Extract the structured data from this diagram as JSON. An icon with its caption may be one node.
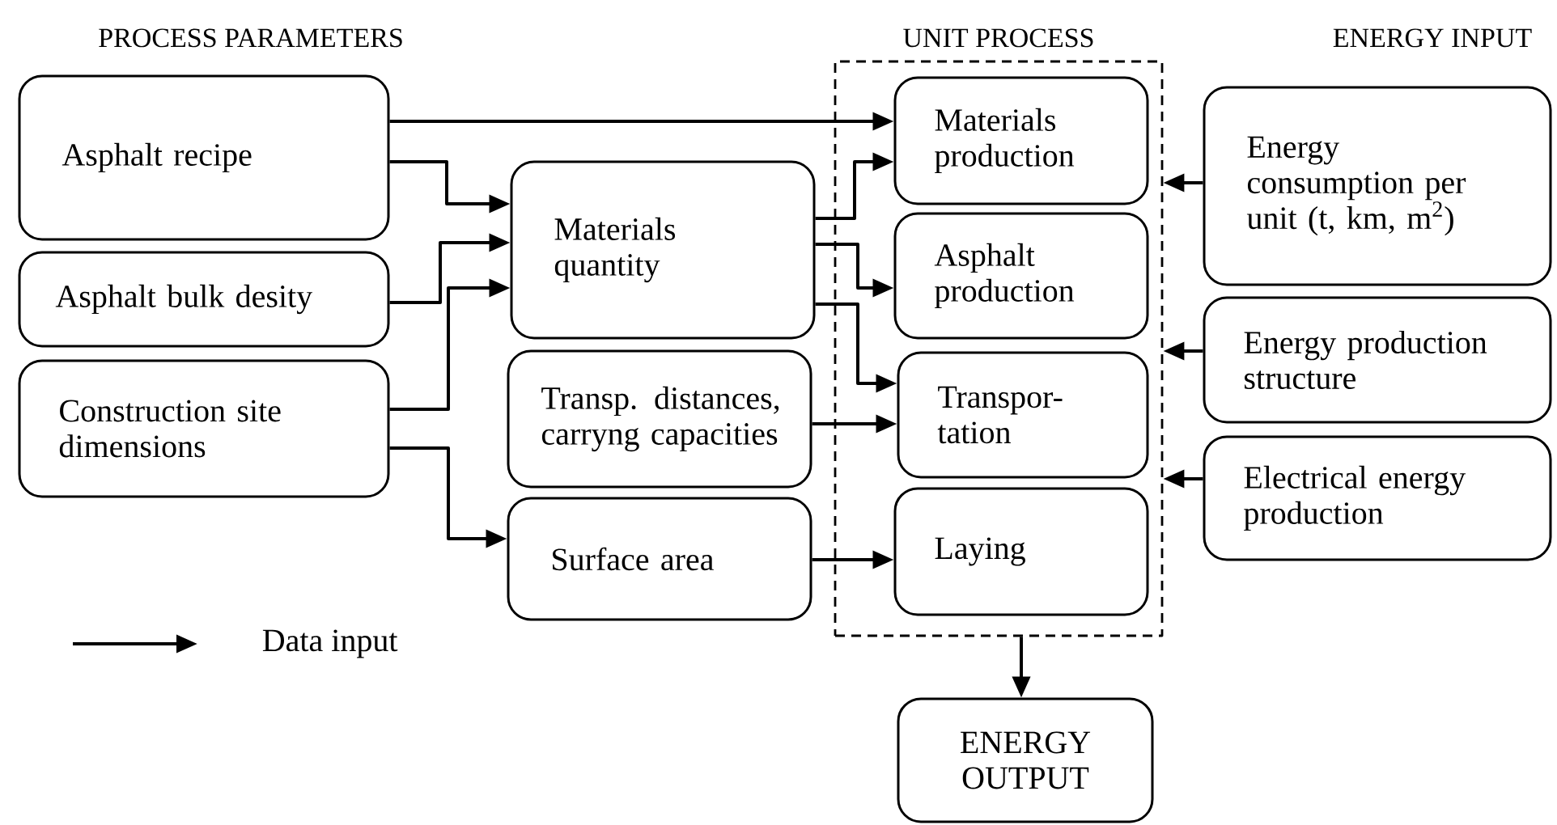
{
  "diagram": {
    "nodes": [
      {
        "text": [
          "Asphalt recipe"
        ]
      },
      {
        "text": [
          "Asphalt bulk desity"
        ]
      },
      {
        "text": [
          "Construction site dimensions"
        ]
      },
      {
        "text": [
          "Materials quantity"
        ]
      },
      {
        "text": [
          "Transp. distances, carryng capacities"
        ]
      },
      {
        "text": [
          "Surface area"
        ]
      },
      {
        "text": [
          "UNIT PROCESS"
        ]
      },
      {
        "text": [
          "Materials production"
        ],
        "in": 6
      },
      {
        "text": [
          "Asphalt production"
        ],
        "in": 6
      },
      {
        "text": [
          "Transpor- tation"
        ],
        "in": 6
      },
      {
        "text": [
          "Laying"
        ],
        "in": 6
      },
      {
        "text": [
          "Energy consumption per unit (t, km, m$^{2}$)"
        ]
      },
      {
        "text": [
          "Energy production structure"
        ]
      },
      {
        "text": [
          "Electrical energy production"
        ]
      },
      {
        "text": [
          "ENERGY OUTPUT"
        ]
      }
    ],
    "edges": [
      {
        "from": 0,
        "to": 7,
        "arrow": "to"
      },
      {
        "from": 0,
        "to": 3,
        "arrow": "to"
      },
      {
        "from": 1,
        "to": 3,
        "arrow": "to"
      },
      {
        "from": 2,
        "to": 3,
        "arrow": "to"
      },
      {
        "from": 2,
        "to": 5,
        "arrow": "to"
      },
      {
        "from": 3,
        "to": 7,
        "arrow": "to"
      },
      {
        "from": 3,
        "to": 8,
        "arrow": "to"
      },
      {
        "from": 3,
        "to": 9,
        "arrow": "to"
      },
      {
        "from": 4,
        "to": 9,
        "arrow": "to"
      },
      {
        "from": 5,
        "to": 10,
        "arrow": "to"
      },
      {
        "from": 11,
        "to": 6,
        "arrow": "to"
      },
      {
        "from": 12,
        "to": 6,
        "arrow": "to"
      },
      {
        "from": 13,
        "to": 6,
        "arrow": "to"
      },
      {
        "from": 6,
        "to": 14,
        "arrow": "to"
      }
    ],
    "labels": [
      "PROCESS PARAMETERS",
      "ENERGY INPUT"
    ],
    "legend": [
      {
        "text": "Data input"
      }
    ]
  }
}
